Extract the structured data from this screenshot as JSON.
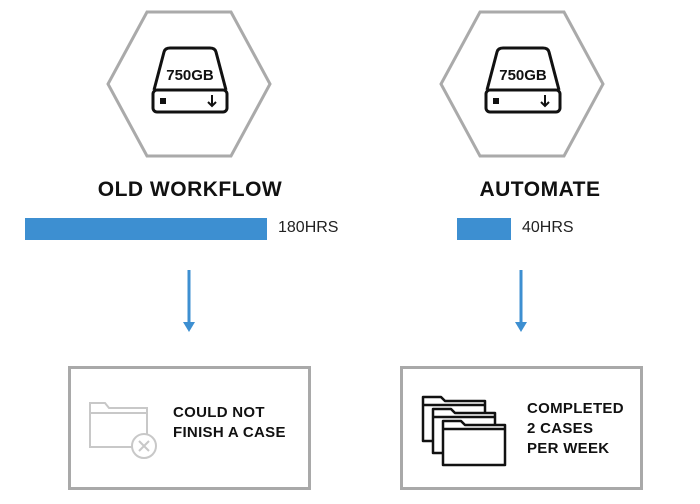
{
  "colors": {
    "accent": "#3d8fd1",
    "outline": "#aaaaaa",
    "faded": "#c8c8c8",
    "text": "#111111"
  },
  "left": {
    "drive_capacity": "750GB",
    "heading": "OLD WORKFLOW",
    "duration_label": "180HRS",
    "duration_hours": 180,
    "result_line1": "COULD NOT",
    "result_line2": "FINISH A CASE",
    "result_icon": "folder-failed-icon"
  },
  "right": {
    "drive_capacity": "750GB",
    "heading": "AUTOMATE",
    "duration_label": "40HRS",
    "duration_hours": 40,
    "result_line1": "COMPLETED",
    "result_line2": "2 CASES",
    "result_line3": "PER WEEK",
    "result_icon": "folders-stack-icon"
  }
}
